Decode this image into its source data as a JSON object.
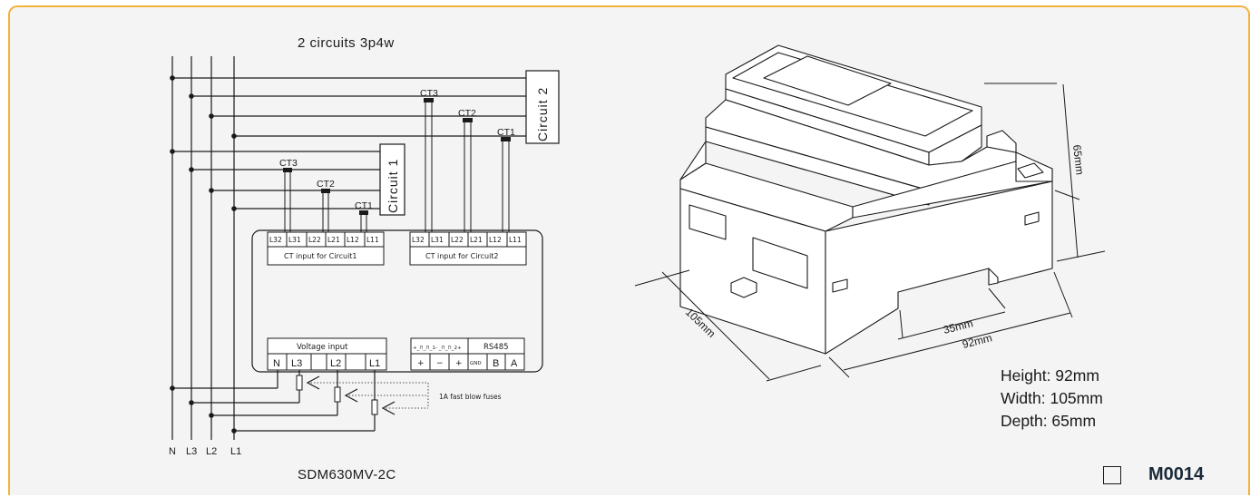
{
  "diagram": {
    "title": "2 circuits 3p4w",
    "circuit2_label": "Circuit 2",
    "circuit1_label": "Circuit 1",
    "ct_labels_left": [
      "CT3",
      "CT2",
      "CT1"
    ],
    "ct_labels_right": [
      "CT3",
      "CT2",
      "CT1"
    ],
    "terminals_left": [
      "L32",
      "L31",
      "L22",
      "L21",
      "L12",
      "L11"
    ],
    "terminals_right": [
      "L32",
      "L31",
      "L22",
      "L21",
      "L12",
      "L11"
    ],
    "ct_input_circuit1": "CT input for Circuit1",
    "ct_input_circuit2": "CT input for Circuit2",
    "voltage_input_label": "Voltage input",
    "voltage_terminals": [
      "N",
      "L3",
      "L2",
      "L1"
    ],
    "pulse_label": "+_⊓_⊓_1- _⊓_⊓_2+",
    "rs485_label": "RS485",
    "pulse_terminals": [
      "+",
      "−",
      "+"
    ],
    "rs485_terminals": [
      "GND",
      "B",
      "A"
    ],
    "fuse_note": "1A fast blow fuses",
    "bus_labels": [
      "N",
      "L3",
      "L2",
      "L1"
    ],
    "model": "SDM630MV-2C"
  },
  "dimensions": {
    "height_mark": "65mm",
    "width_mark": "105mm",
    "depth_mark_35": "35mm",
    "depth_mark_92": "92mm"
  },
  "specs": {
    "height": "Height: 92mm",
    "width": "Width: 105mm",
    "depth": "Depth: 65mm"
  },
  "code": "M0014",
  "colors": {
    "border": "#f2b33d",
    "background": "#f4f4f4"
  }
}
